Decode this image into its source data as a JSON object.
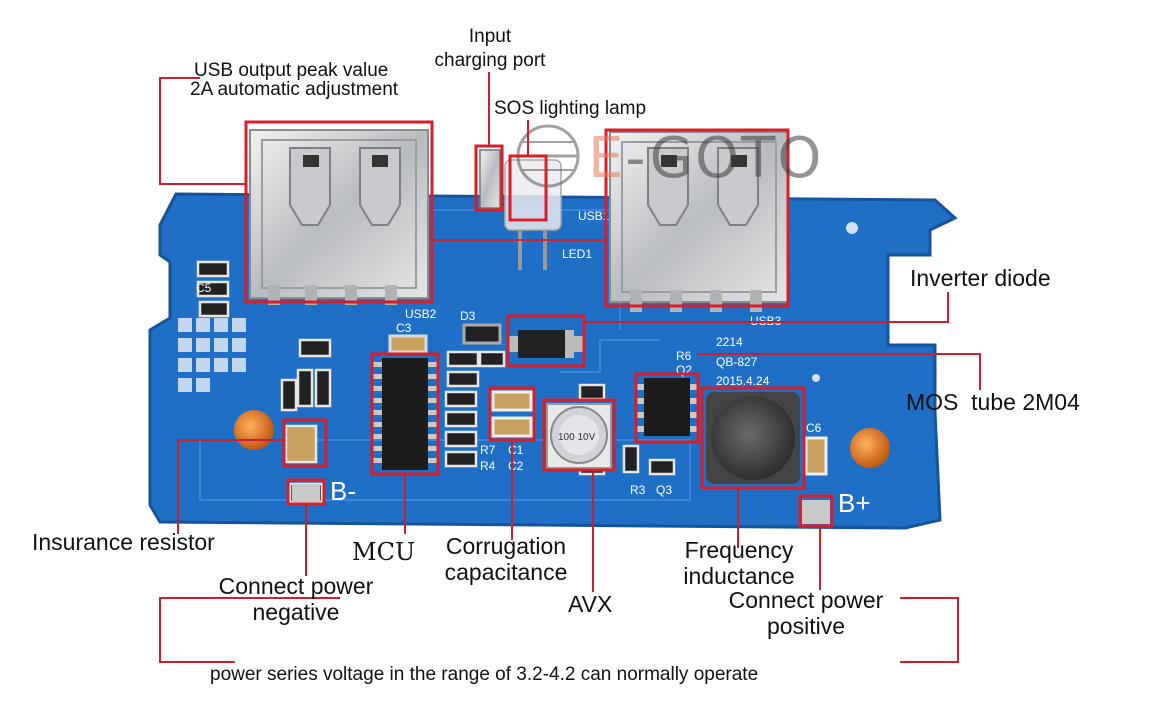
{
  "colors": {
    "board": "#1f6fc7",
    "board_dark": "#15549b",
    "highlight": "#d91e2a",
    "leader": "#c8202c",
    "text": "#111111"
  },
  "brand": {
    "prefix": "E",
    "name": "-GOTO"
  },
  "silkscreen": {
    "usb1": "USB1",
    "usb2": "USB2",
    "usb3": "USB3",
    "led1": "LED1",
    "d3": "D3",
    "c3": "C3",
    "c6": "C6",
    "r6": "R6",
    "q2": "Q2",
    "board_id": "2214",
    "board_model": "QB-827",
    "board_date": "2015.4.24",
    "b_minus": "B-",
    "b_plus": "B+",
    "cap_value": "100 10V",
    "r7": "R7",
    "r4": "R4",
    "c1": "C1",
    "c2": "C2",
    "r3": "R3",
    "q3": "Q3",
    "c5": "C5"
  },
  "labels": {
    "usb_output_line1": "USB output peak value",
    "usb_output_line2": "2A automatic adjustment",
    "input_port_line1": "Input",
    "input_port_line2": "charging port",
    "sos_lamp": "SOS lighting lamp",
    "inverter_diode": "Inverter diode",
    "mos_tube": "MOS  tube 2M04",
    "insurance_resistor": "Insurance resistor",
    "mcu": "MCU",
    "corrugation_line1": "Corrugation",
    "corrugation_line2": "capacitance",
    "avx": "AVX",
    "frequency_line1": "Frequency",
    "frequency_line2": "inductance",
    "neg_line1": "Connect power",
    "neg_line2": "negative",
    "pos_line1": "Connect power",
    "pos_line2": "positive",
    "footer": "power series voltage in the range of 3.2-4.2 can normally operate"
  }
}
